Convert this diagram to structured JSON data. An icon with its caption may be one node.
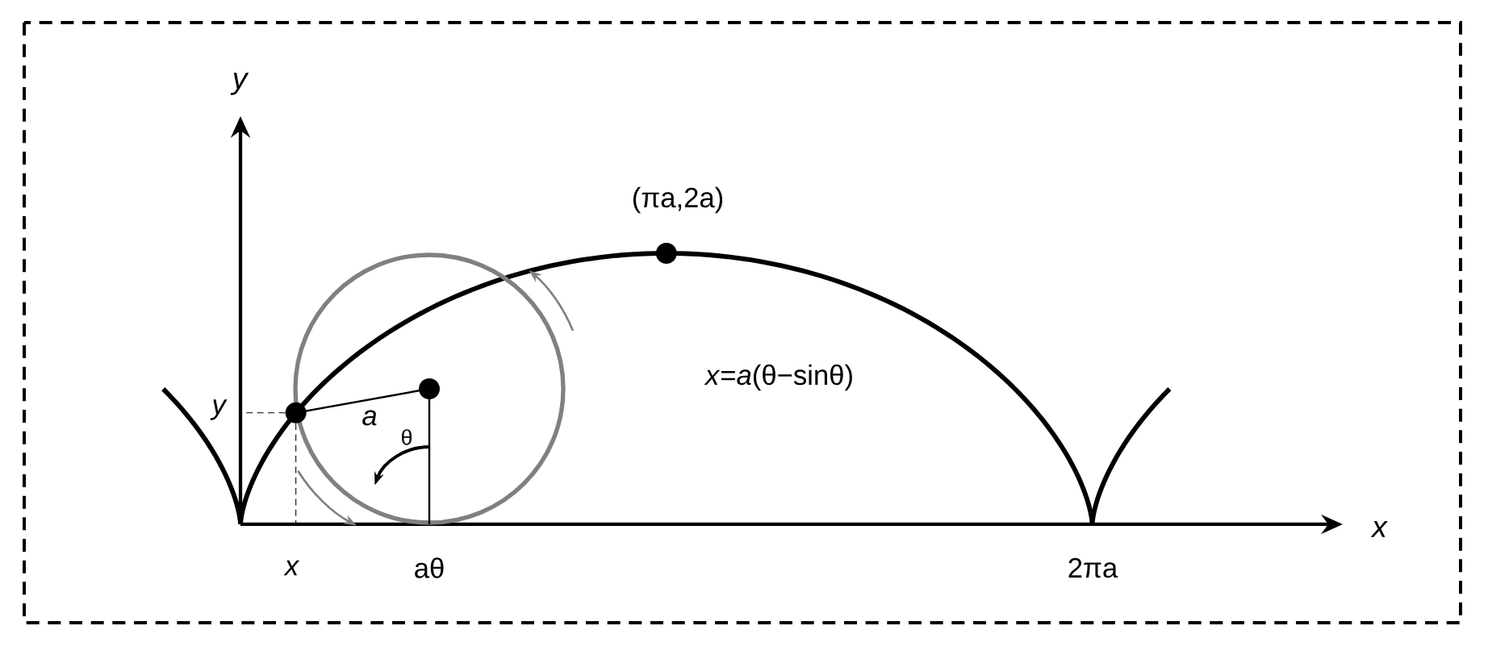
{
  "diagram": {
    "labels": [
      "*y*",
      "*x*",
      "(πa,2a)",
      "*x*=*a*(θ−sinθ)",
      "*a*",
      "θ",
      "*y*",
      "*x*",
      "aθ",
      "2πa"
    ]
  }
}
